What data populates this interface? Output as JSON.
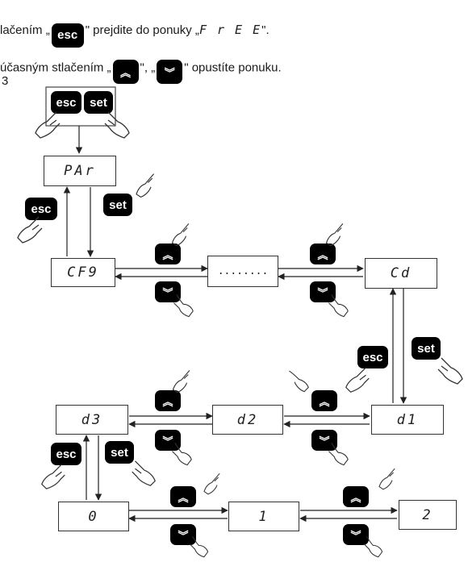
{
  "instructions": {
    "line1_before": "lačením „",
    "line1_key": "esc",
    "line1_after": "\" prejdite do ponuky „",
    "line1_menu": "F r E E",
    "line1_end": "\".",
    "line2_before": "účasným stlačením „",
    "line2_mid": "\", „",
    "line2_after": "\" opustíte ponuku.",
    "line3": "3"
  },
  "keys": {
    "esc": "esc",
    "set": "set",
    "up": "︽",
    "down": "︾"
  },
  "boxes": {
    "par": "PAr",
    "cf9": "CF9",
    "dots": "........",
    "cd": "Cd",
    "d3": "d3",
    "d2": "d2",
    "d1": "d1",
    "zero": "0",
    "one": "1",
    "two": "2"
  },
  "icons": {
    "hand": "pointing-hand-icon"
  }
}
